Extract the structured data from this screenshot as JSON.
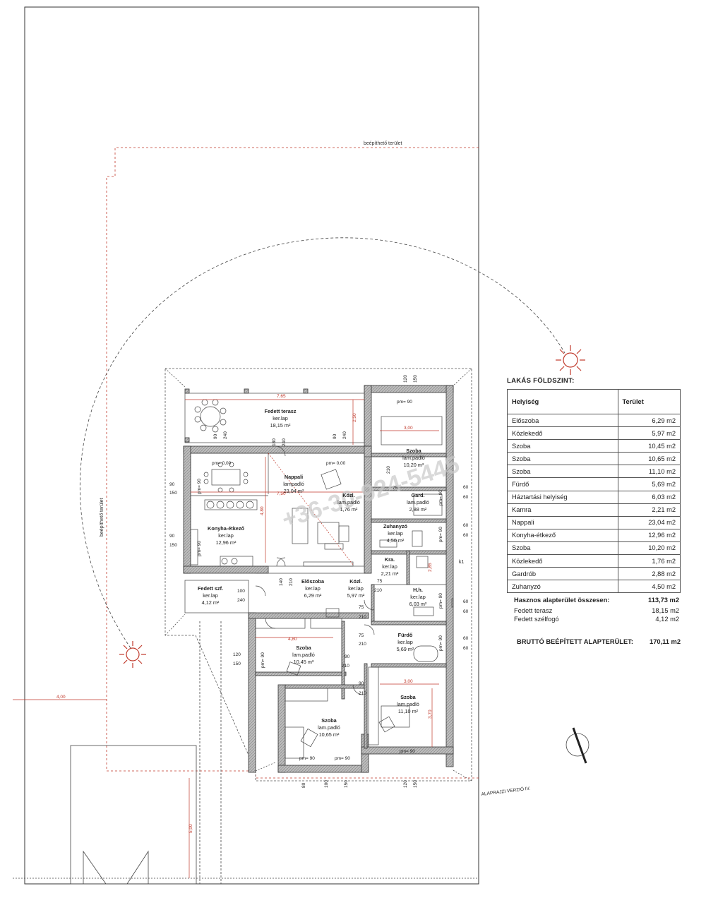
{
  "labels": {
    "buildable_top": "beépíthető terület",
    "buildable_left": "beépíthető terület",
    "version": "ALAPRAJZI VERZIÓ IV.",
    "watermark": "+36-30-924-5445",
    "north_marker": "k1"
  },
  "rooms": [
    {
      "key": "fedett_terasz",
      "name": "Fedett terasz",
      "material": "ker.lap",
      "area": "18,15 m²"
    },
    {
      "key": "nappali",
      "name": "Nappali",
      "material": "lampadló",
      "area": "23,04 m²"
    },
    {
      "key": "konyha",
      "name": "Konyha-étkező",
      "material": "ker.lap",
      "area": "12,96 m²"
    },
    {
      "key": "eloszoba",
      "name": "Előszoba",
      "material": "ker.lap",
      "area": "6,29 m²"
    },
    {
      "key": "kozl_center",
      "name": "Közl.",
      "material": "ker.lap",
      "area": "5,97 m²"
    },
    {
      "key": "kozl_small",
      "name": "Közl.",
      "material": "lam.padló",
      "area": "1,76 m²"
    },
    {
      "key": "gard",
      "name": "Gard.",
      "material": "lam.padló",
      "area": "2,88 m²"
    },
    {
      "key": "szoba_ne",
      "name": "Szoba",
      "material": "lam.padló",
      "area": "10,20 m²"
    },
    {
      "key": "zuhanyzo",
      "name": "Zuhanyzó",
      "material": "ker.lap",
      "area": "4,50 m²"
    },
    {
      "key": "kra",
      "name": "Kra.",
      "material": "ker.lap",
      "area": "2,21 m²"
    },
    {
      "key": "hh",
      "name": "H.h.",
      "material": "ker.lap",
      "area": "6,03 m²"
    },
    {
      "key": "furdo",
      "name": "Fürdő",
      "material": "ker.lap",
      "area": "5,69 m²"
    },
    {
      "key": "fedett_szf",
      "name": "Fedett szf.",
      "material": "ker.lap",
      "area": "4,12 m²"
    },
    {
      "key": "szoba_w",
      "name": "Szoba",
      "material": "lam.padló",
      "area": "10,45 m²"
    },
    {
      "key": "szoba_s",
      "name": "Szoba",
      "material": "lam.padló",
      "area": "10,65 m²"
    },
    {
      "key": "szoba_se",
      "name": "Szoba",
      "material": "lam.padló",
      "area": "11,10 m²"
    }
  ],
  "dimensions": {
    "d765": "7,65",
    "d750": "7,50",
    "d480a": "4,80",
    "d480b": "4,80",
    "d300a": "3,00",
    "d300b": "3,00",
    "d400": "4,00",
    "d500": "5,00",
    "d250": "2,50",
    "d370": "3,70",
    "d285": "2,85",
    "pm0a": "pm= 0,00",
    "pm0b": "pm= 0,00",
    "pm90_ne": "pm= 90",
    "pm90_w1": "pm= 90",
    "pm90_w2": "pm= 90",
    "pm90_sw": "pm= 90",
    "pm90_s1": "pm= 90",
    "pm90_s2": "pm= 90",
    "pm90_se": "pm= 90",
    "pm90_e1": "pm= 90",
    "pm90_e2": "pm= 90",
    "pm90_e3": "pm= 90",
    "pm90_e4": "pm= 90",
    "w90a": "90",
    "w150a": "150",
    "w90b": "90",
    "w150b": "150",
    "w120": "120",
    "w150c": "150",
    "t120": "120",
    "t150": "150",
    "b80a": "80",
    "b100": "100",
    "b150a": "150",
    "b120": "120",
    "b150b": "150",
    "e60a": "60",
    "e60b": "60",
    "e60c": "60",
    "e60d": "60",
    "e60e": "60",
    "e60f": "60",
    "e60g": "60",
    "e60h": "60",
    "i90": "90",
    "i240a": "240",
    "i180": "180",
    "i240b": "240",
    "i90b": "90",
    "i240c": "240",
    "i100": "100",
    "i240d": "240",
    "i140": "140",
    "i210a": "210",
    "i75a": "75",
    "i210b": "210",
    "i75b": "75",
    "i210c": "210",
    "i75c": "75",
    "i75d": "75",
    "i210d": "210",
    "i90c": "90",
    "i210e": "210",
    "i90d": "90",
    "i210f": "210",
    "i210g": "210"
  },
  "table": {
    "heading": "LAKÁS FÖLDSZINT:",
    "col_room": "Helyiség",
    "col_area": "Terület",
    "rows": [
      {
        "room": "Előszoba",
        "area": "6,29 m2"
      },
      {
        "room": "Közlekedő",
        "area": "5,97 m2"
      },
      {
        "room": "Szoba",
        "area": "10,45 m2"
      },
      {
        "room": "Szoba",
        "area": "10,65 m2"
      },
      {
        "room": "Szoba",
        "area": "11,10 m2"
      },
      {
        "room": "Fürdő",
        "area": "5,69 m2"
      },
      {
        "room": "Háztartási helyiség",
        "area": "6,03 m2"
      },
      {
        "room": "Kamra",
        "area": "2,21 m2"
      },
      {
        "room": "Nappali",
        "area": "23,04 m2"
      },
      {
        "room": "Konyha-étkező",
        "area": "12,96 m2"
      },
      {
        "room": "Szoba",
        "area": "10,20 m2"
      },
      {
        "room": "Közlekedő",
        "area": "1,76 m2"
      },
      {
        "room": "Gardrób",
        "area": "2,88 m2"
      },
      {
        "room": "Zuhanyzó",
        "area": "4,50 m2"
      }
    ],
    "total_label": "Hasznos alapterület összesen:",
    "total_value": "113,73 m2",
    "extras": [
      {
        "label": "Fedett terasz",
        "value": "18,15 m2"
      },
      {
        "label": "Fedett szélfogó",
        "value": "4,12 m2"
      }
    ],
    "brutto_label": "BRUTTÓ BEÉPÍTETT ALAPTERÜLET:",
    "brutto_value": "170,11 m2"
  },
  "colors": {
    "wall_fill": "#b9b9b9",
    "dim_red": "#c0392b",
    "line": "#333333"
  }
}
